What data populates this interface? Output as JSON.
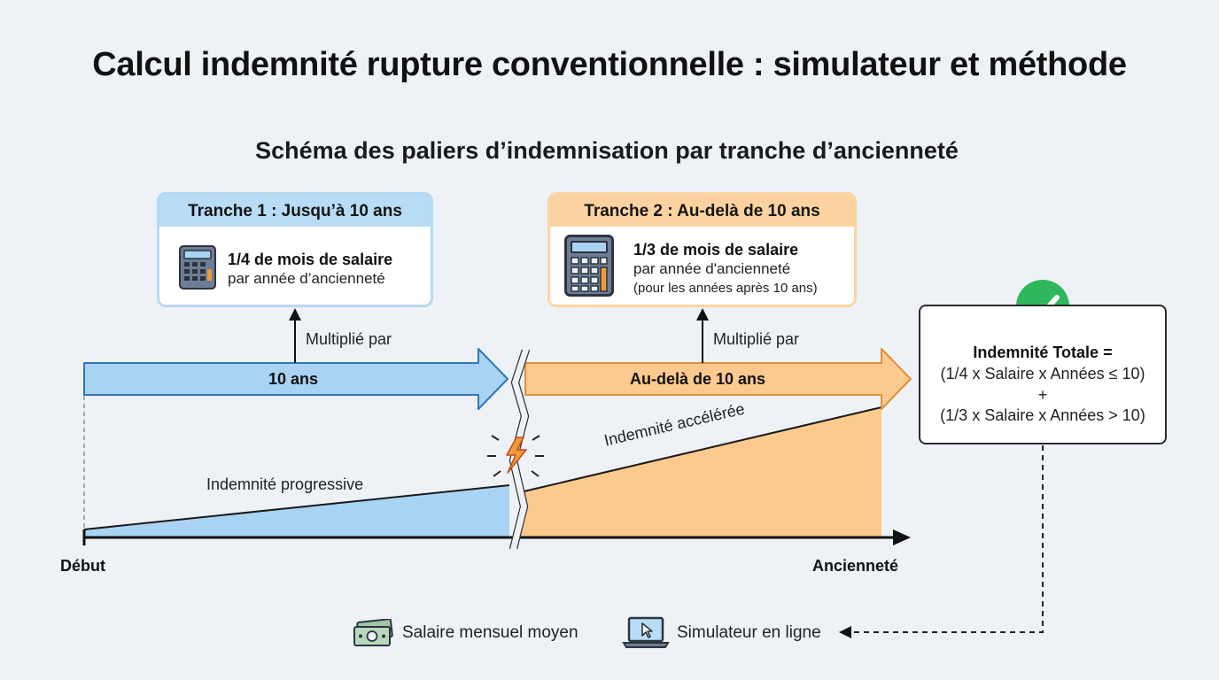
{
  "title": "Calcul indemnité rupture conventionnelle : simulateur et méthode",
  "subtitle": "Schéma des paliers d’indemnisation par tranche d’ancienneté",
  "tranche1": {
    "header": "Tranche 1 : Jusqu’à 10 ans",
    "rate": "1/4 de mois de salaire",
    "per": "par année d’ancienneté",
    "icon": "calculator-icon"
  },
  "tranche2": {
    "header": "Tranche 2 : Au-delà de 10 ans",
    "rate": "1/3 de mois de salaire",
    "per": "par année d'ancienneté",
    "note": "(pour les années après 10 ans)",
    "icon": "calculator-icon"
  },
  "multiplier_label": "Multiplié par",
  "arrow1_label": "10 ans",
  "arrow2_label": "Au-delà de 10 ans",
  "area1_label": "Indemnité progressive",
  "area2_label": "Indemnité accélérée",
  "axis": {
    "start": "Début",
    "end": "Ancienneté"
  },
  "total": {
    "title": "Indemnité Totale =",
    "line1": "(1/4 x Salaire x Années ≤ 10)",
    "plus": "+",
    "line2": "(1/3 x Salaire x Années > 10)",
    "icon": "check-circle-icon"
  },
  "legend": {
    "salary": "Salaire mensuel moyen",
    "simulator": "Simulateur en ligne"
  },
  "colors": {
    "blue": "#a9d3f2",
    "blue_stroke": "#2f78b8",
    "orange": "#fcc98e",
    "orange_stroke": "#e0913a",
    "green": "#2fb85b",
    "break": "#e8662a"
  }
}
